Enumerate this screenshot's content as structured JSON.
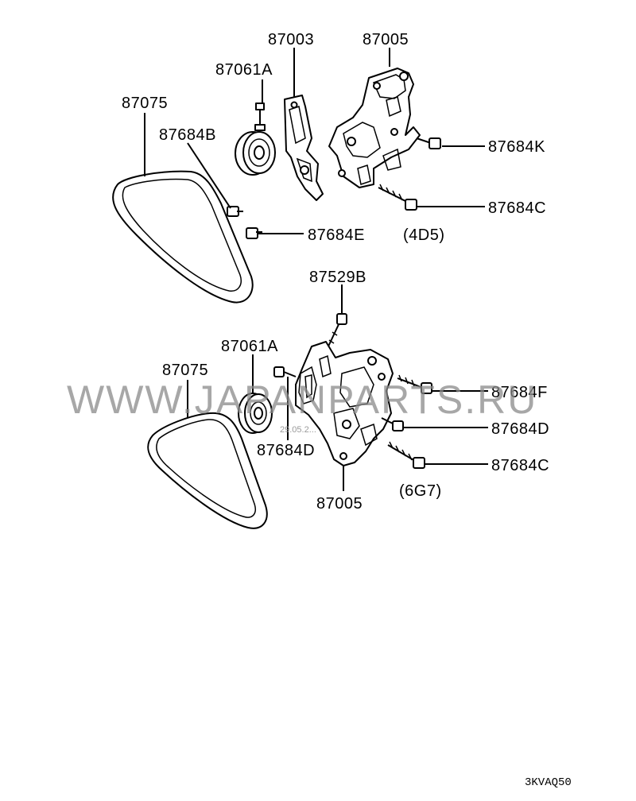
{
  "diagram": {
    "upper": {
      "labels": {
        "p87003": "87003",
        "p87005": "87005",
        "p87061a": "87061A",
        "p87075": "87075",
        "p87684b": "87684B",
        "p87684k": "87684K",
        "p87684c": "87684C",
        "p87684e": "87684E",
        "variant": "(4D5)"
      }
    },
    "lower": {
      "labels": {
        "p87529b": "87529B",
        "p87061a": "87061A",
        "p87075": "87075",
        "p87684f": "87684F",
        "p87684d_right": "87684D",
        "p87684d_left": "87684D",
        "p87684c": "87684C",
        "p87005": "87005",
        "variant": "(6G7)"
      }
    },
    "watermark": "WWW.JAPANPARTS.RU",
    "watermark_date": "29.05.2...",
    "diagram_code": "3KVAQ50"
  }
}
